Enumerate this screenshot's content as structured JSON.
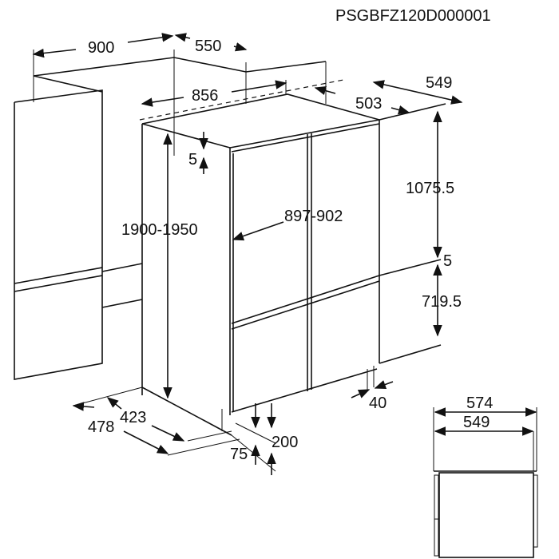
{
  "product_code": "PSGBFZ120D000001",
  "dimensions": {
    "niche_width": "900",
    "niche_depth": "550",
    "appliance_width": "856",
    "side_depth_outer": "549",
    "side_depth_inner": "503",
    "top_gap": "5",
    "height_range": "1900-1950",
    "door_width": "897-902",
    "upper_door_height": "1075.5",
    "door_gap": "5",
    "lower_door_height": "719.5",
    "door_offset": "40",
    "floor_depth_outer": "478",
    "floor_depth_inner": "423",
    "plinth_height": "200",
    "plinth_offset": "75",
    "top_view_outer": "574",
    "top_view_inner": "549"
  }
}
